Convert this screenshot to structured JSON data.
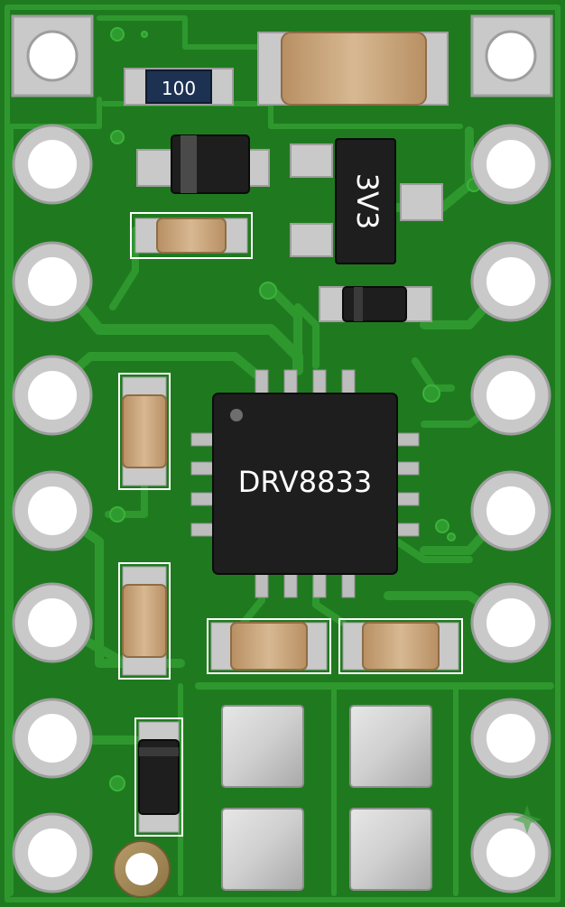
{
  "board": {
    "ic_label": "DRV8833",
    "regulator_label": "3V3",
    "resistor_label": "100"
  },
  "colors": {
    "board_green": "#1f7a1f",
    "trace_green": "#2f9a2f",
    "pad_silver": "#bfbfbf",
    "chip_black": "#1e1e1e",
    "component_tan": "#c8a57a"
  },
  "icons": {
    "ic_marker": "dot-icon",
    "polarity_stripe": "stripe-icon"
  }
}
